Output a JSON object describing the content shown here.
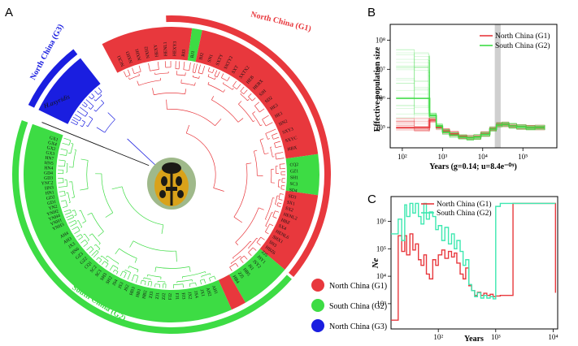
{
  "panels": {
    "A": "A",
    "B": "B",
    "C": "C"
  },
  "colors": {
    "north_g1": "#e8383d",
    "south_g2": "#3ddc44",
    "north_g3": "#1a1ee0",
    "south_g2_c": "#3de8b0",
    "shade": "#cfcfcf"
  },
  "ring_labels": {
    "north_g1": "North China (G1)",
    "north_g3": "North China (G3)",
    "south_g2": "South China (G2)",
    "outgroup": "H.axyridis"
  },
  "legend_a": [
    {
      "label": "North China (G1)",
      "color": "#e8383d"
    },
    {
      "label": "South China (G2)",
      "color": "#3ddc44"
    },
    {
      "label": "North China (G3)",
      "color": "#1a1ee0"
    }
  ],
  "tip_labels": {
    "top_left": [
      "NCX1",
      "NXH3",
      "NXH1",
      "NXH2",
      "HEXY",
      "HENL1",
      "HEXY3",
      "BJ3",
      "BJ1",
      "BJ2",
      "SN1",
      "SXTY",
      "SXTY2",
      "SXT",
      "SXTX2",
      "HEB",
      "HEBX",
      "SJH",
      "SD2",
      "HE3",
      "HE1",
      "HN2",
      "SXY3",
      "SXYC",
      "HBX"
    ],
    "right": [
      "CQ2",
      "GZ1",
      "SH1",
      "SC3",
      "SD4",
      "SD3",
      "SX1",
      "SX2",
      "HENL2",
      "HBZ",
      "SX4",
      "HENL6",
      "SHX1",
      "SN3",
      "HBZ6",
      "ZJ5",
      "JSY1",
      "JSY2",
      "JS1",
      "HB5",
      "ZJ5",
      "HB4"
    ],
    "left": [
      "YNH3",
      "YNH1",
      "YNH4",
      "YNH2",
      "YN2",
      "GD1",
      "GD2",
      "HN1",
      "HN3",
      "YNC2",
      "GD3",
      "GD4",
      "HN4",
      "HN5",
      "HN7",
      "GX3",
      "GX2",
      "GX4",
      "GX1"
    ],
    "bottom": [
      "AH1",
      "AH2",
      "JX1",
      "JX4",
      "JX2",
      "FJ3",
      "FJ1",
      "FJ2",
      "ZJ2",
      "ZJ1",
      "ZJ3",
      "HB2",
      "HB1",
      "HB3",
      "JS2",
      "JS3",
      "JS4",
      "SH2",
      "SH3",
      "SC1",
      "SC2",
      "CQ1",
      "GZ2",
      "GZ3",
      "HN6",
      "JX3",
      "AH3",
      "AH4"
    ]
  },
  "chart_data": [
    {
      "panel": "B",
      "type": "line",
      "xlabel": "Years (g=0.14; u=8.4e⁻⁰⁹)",
      "ylabel": "Effective population size",
      "xscale": "log",
      "yscale": "log",
      "xlim": [
        50,
        700000
      ],
      "ylim": [
        20000,
        350000000
      ],
      "x_ticks": [
        {
          "v": 100,
          "label": "10²"
        },
        {
          "v": 1000,
          "label": "10³"
        },
        {
          "v": 10000,
          "label": "10⁴"
        },
        {
          "v": 100000,
          "label": "10⁵"
        }
      ],
      "y_ticks": [
        {
          "v": 100000,
          "label": "10⁵"
        },
        {
          "v": 1000000,
          "label": "10⁶"
        },
        {
          "v": 10000000,
          "label": "10⁷"
        },
        {
          "v": 100000000,
          "label": "10⁸"
        }
      ],
      "shaded_band": [
        20000,
        28000
      ],
      "legend_position": "top-right",
      "series": [
        {
          "name": "North China (G1)",
          "color": "#e8383d",
          "x": [
            70,
            200,
            450,
            480,
            700,
            1000,
            1500,
            2500,
            4000,
            6000,
            9000,
            15000,
            22000,
            30000,
            45000,
            70000,
            120000,
            200000,
            350000
          ],
          "y": [
            100000,
            100000,
            100000,
            180000,
            100000,
            75000,
            60000,
            50000,
            45000,
            48000,
            60000,
            90000,
            125000,
            130000,
            115000,
            105000,
            100000,
            100000,
            100000
          ]
        },
        {
          "name": "South China (G2)",
          "color": "#3ddc44",
          "x": [
            70,
            200,
            450,
            480,
            700,
            1000,
            1500,
            2500,
            4000,
            6000,
            9000,
            15000,
            22000,
            30000,
            45000,
            70000,
            120000,
            200000,
            350000
          ],
          "y": [
            1000000,
            1000000,
            1000000,
            260000,
            110000,
            70000,
            55000,
            47000,
            44000,
            47000,
            58000,
            88000,
            122000,
            128000,
            113000,
            104000,
            100000,
            100000,
            100000
          ]
        }
      ]
    },
    {
      "panel": "C",
      "type": "line",
      "xlabel": "Years",
      "ylabel": "Ne",
      "xscale": "log",
      "yscale": "log",
      "xlim": [
        15,
        12000
      ],
      "ylim": [
        120,
        8000000
      ],
      "x_ticks": [
        {
          "v": 100,
          "label": "10²"
        },
        {
          "v": 1000,
          "label": "10³"
        },
        {
          "v": 10000,
          "label": "10⁴"
        }
      ],
      "y_ticks": [
        {
          "v": 1000,
          "label": "10³"
        },
        {
          "v": 10000,
          "label": "10⁴"
        },
        {
          "v": 100000,
          "label": "10⁵"
        },
        {
          "v": 1000000,
          "label": "10⁶"
        }
      ],
      "legend_position": "top-right",
      "series": [
        {
          "name": "North China (G1)",
          "color": "#e8383d",
          "x": [
            15,
            18,
            20,
            23,
            26,
            28,
            32,
            36,
            40,
            45,
            50,
            56,
            62,
            70,
            80,
            90,
            100,
            115,
            130,
            150,
            170,
            190,
            210,
            240,
            270,
            300,
            340,
            380,
            430,
            480,
            550,
            620,
            700,
            800,
            900,
            1000,
            1200,
            1400,
            1700,
            2000,
            2400,
            3000,
            4000,
            6000,
            8000,
            10000,
            11000
          ],
          "y": [
            250,
            250,
            300000,
            80000,
            300000,
            60000,
            350000,
            90000,
            150000,
            40000,
            25000,
            60000,
            12000,
            8000,
            40000,
            25000,
            60000,
            90000,
            45000,
            80000,
            50000,
            70000,
            30000,
            12000,
            8000,
            20000,
            4500,
            3000,
            2000,
            2600,
            2000,
            2400,
            2000,
            2200,
            1800,
            1900,
            2000,
            2000,
            2000,
            4500000,
            4500000,
            4500000,
            4500000,
            4500000,
            4500000,
            4500000,
            2500
          ]
        },
        {
          "name": "South China (G2)",
          "color": "#3de8b0",
          "x": [
            15,
            18,
            20,
            23,
            26,
            28,
            32,
            36,
            40,
            45,
            50,
            56,
            62,
            70,
            80,
            90,
            100,
            115,
            130,
            150,
            170,
            190,
            210,
            240,
            270,
            300,
            340,
            380,
            430,
            480,
            550,
            620,
            700,
            800,
            900,
            1000,
            1200,
            1400,
            1700,
            2000,
            2400,
            3000,
            4000,
            6000,
            8000,
            10000,
            11000
          ],
          "y": [
            350000,
            350000,
            1200000,
            200000,
            4000000,
            1500000,
            4500000,
            2000000,
            4500000,
            1500000,
            800000,
            4500000,
            1200000,
            2200000,
            1500000,
            500000,
            700000,
            200000,
            600000,
            150000,
            350000,
            100000,
            200000,
            80000,
            25000,
            40000,
            5000,
            3000,
            1800,
            2500,
            1600,
            2000,
            1600,
            1800,
            1500,
            3500000,
            4500000,
            4500000,
            4500000,
            4500000,
            4500000,
            4500000,
            4500000,
            4500000,
            4500000,
            4500000,
            4500000
          ]
        }
      ]
    }
  ]
}
